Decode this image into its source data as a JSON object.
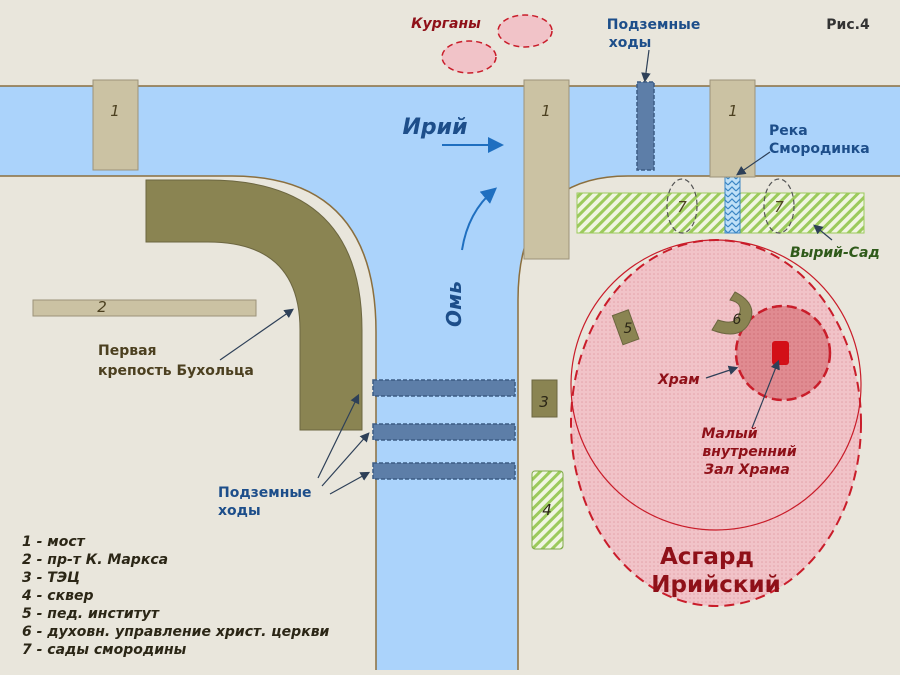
{
  "figure_label": "Рис.4",
  "labels": {
    "kurgany": "Курганы",
    "underground_top": [
      "Подземные",
      "ходы"
    ],
    "iriy": "Ирий",
    "om": "Омь",
    "river_smorodinka": [
      "Река",
      "Смородинка"
    ],
    "vyriy_sad": "Вырий-Сад",
    "fortress": [
      "Первая",
      "крепость Бухольца"
    ],
    "underground_left": [
      "Подземные",
      "ходы"
    ],
    "hram": "Храм",
    "small_hall": [
      "Малый",
      "внутренний",
      "Зал Храма"
    ],
    "asgard": [
      "Асгард",
      "Ирийский"
    ]
  },
  "markers": {
    "bridge": "1",
    "avenue": "2",
    "tec": "3",
    "square": "4",
    "ped_institute": "5",
    "church_admin": "6",
    "gardens": "7"
  },
  "legend": [
    "1 - мост",
    "2 - пр-т К. Маркса",
    "3 - ТЭЦ",
    "4 - сквер",
    "5 - пед. институт",
    "6 - духовн. управление христ. церкви",
    "7 - сады смородины"
  ],
  "colors": {
    "background": "#e9e6dc",
    "water": "#abd3fb",
    "bank": "#8b6f3e",
    "bridge": "#cbc2a3",
    "fortress": "#8a8452",
    "tunnel": "#5d7ea8",
    "asgard_fill": "#f1c3c8",
    "asgard_stroke": "#c91d2a",
    "temple_fill": "#e08b91",
    "garden": "#9cca5c",
    "label_blue": "#1d4e8a",
    "label_red": "#8f1018",
    "label_green": "#2f5a1a",
    "label_brown": "#4c4020"
  }
}
